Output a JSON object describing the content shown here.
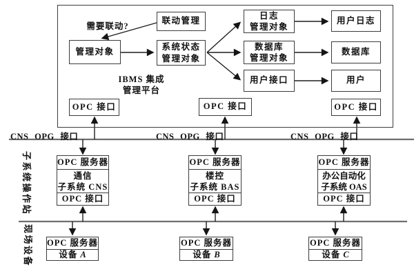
{
  "diagram": {
    "platform": {
      "title": [
        "IBMS 集成",
        "管理平台"
      ],
      "question": "需要联动?",
      "linkage": "联动管理",
      "managed_object": "管理对象",
      "system_status": [
        "系统状态",
        "管理对象"
      ],
      "log_mgmt": [
        "日志",
        "管理对象"
      ],
      "db_mgmt": [
        "数据库",
        "管理对象"
      ],
      "user_if": "用户接口",
      "user_log": "用户日志",
      "database": "数据库",
      "user": "用户"
    },
    "opc_if": "OPC 接口",
    "opc_server": "OPC 服务器",
    "bus_label": "CNS OPG 接口",
    "side_labels": {
      "subsystem": "子系统操作站",
      "field": "现场设备"
    },
    "subsystems": [
      {
        "line1": "通信",
        "line2": "子系统 CNS"
      },
      {
        "line1": "楼控",
        "line2": "子系统 BAS"
      },
      {
        "line1": "办公自动化",
        "line2": "子系统 OAS"
      }
    ],
    "devices": [
      {
        "label": "设备",
        "letter": "A"
      },
      {
        "label": "设备",
        "letter": "B"
      },
      {
        "label": "设备",
        "letter": "C"
      }
    ]
  }
}
